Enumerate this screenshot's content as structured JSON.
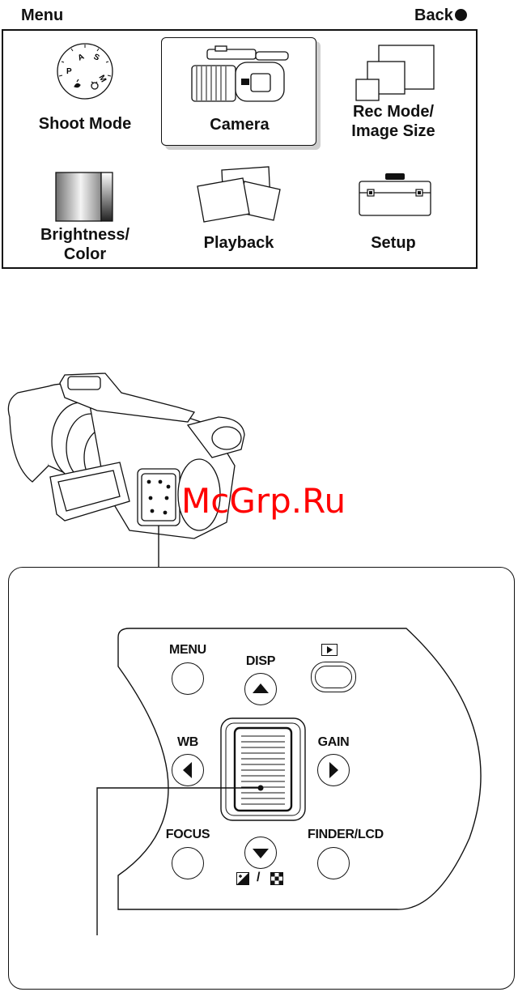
{
  "menu": {
    "title": "Menu",
    "back_label": "Back",
    "items": [
      {
        "label_line1": "Shoot Mode",
        "label_line2": "",
        "selected": false,
        "icon": "mode-dial-icon"
      },
      {
        "label_line1": "Camera",
        "label_line2": "",
        "selected": true,
        "icon": "camcorder-icon"
      },
      {
        "label_line1": "Rec Mode/",
        "label_line2": "Image Size",
        "selected": false,
        "icon": "image-size-icon"
      },
      {
        "label_line1": "Brightness/",
        "label_line2": "Color",
        "selected": false,
        "icon": "gradient-icon"
      },
      {
        "label_line1": "Playback",
        "label_line2": "",
        "selected": false,
        "icon": "photos-icon"
      },
      {
        "label_line1": "Setup",
        "label_line2": "",
        "selected": false,
        "icon": "toolbox-icon"
      }
    ],
    "dial_letters": {
      "p": "P",
      "a": "A",
      "s": "S",
      "m": "M"
    }
  },
  "watermark": "McGrp.Ru",
  "panel": {
    "menu_label": "MENU",
    "disp_label": "DISP",
    "wb_label": "WB",
    "gain_label": "GAIN",
    "focus_label": "FOCUS",
    "finder_label": "FINDER/LCD",
    "exposure_separator": "/"
  },
  "colors": {
    "ink": "#111111",
    "watermark": "#ff0000",
    "shadow": "#cfcfcf"
  }
}
